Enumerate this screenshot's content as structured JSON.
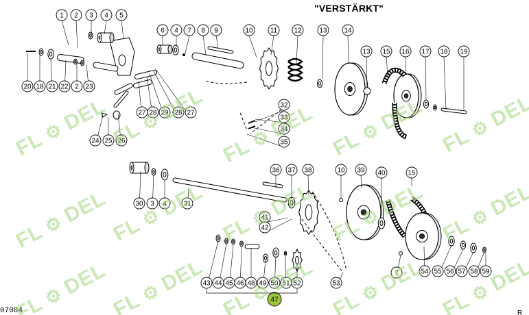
{
  "title": "\"VERSTÄRKT\"",
  "drawing_code": "07084",
  "corner_mark": "R",
  "watermark_text": "FL DEL",
  "colors": {
    "watermark": "#9fd77c",
    "line": "#000000",
    "highlight": "#9bc53d"
  },
  "highlight_callout": "47",
  "callouts": [
    "1",
    "2",
    "3",
    "4",
    "5",
    "6",
    "4",
    "7",
    "8",
    "9",
    "10",
    "11",
    "12",
    "13",
    "14",
    "13",
    "15",
    "16",
    "17",
    "18",
    "19",
    "20",
    "18",
    "21",
    "22",
    "2",
    "23",
    "27",
    "28",
    "29",
    "28",
    "27",
    "32",
    "33",
    "34",
    "35",
    "24",
    "25",
    "26",
    "30",
    "3",
    "4",
    "31",
    "36",
    "37",
    "38",
    "10",
    "39",
    "40",
    "15",
    "41",
    "42",
    "43",
    "44",
    "45",
    "46",
    "48",
    "49",
    "50",
    "51",
    "52",
    "53",
    "7",
    "54",
    "55",
    "56",
    "57",
    "58",
    "59",
    "47"
  ]
}
